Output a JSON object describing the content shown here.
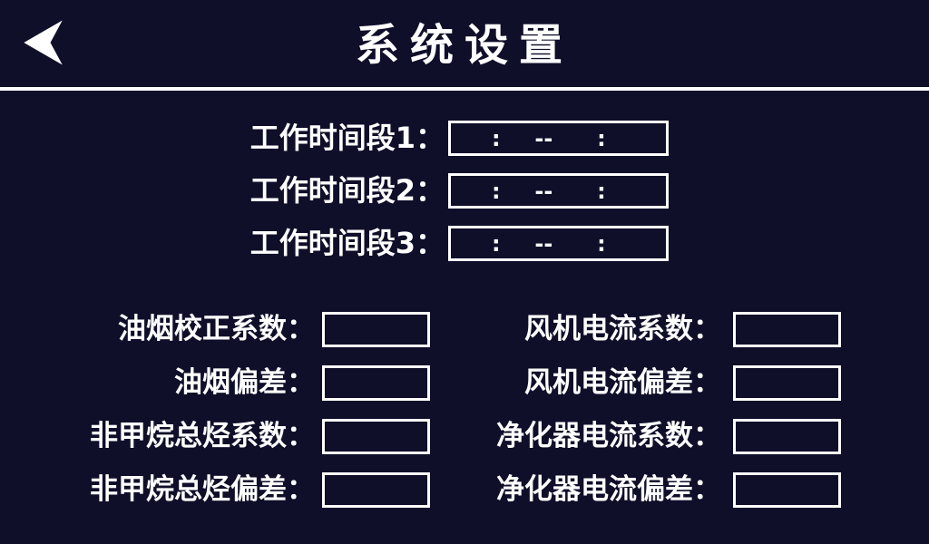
{
  "colors": {
    "background": "#0f0f2a",
    "foreground": "#ffffff"
  },
  "header": {
    "title": "系统设置",
    "back_icon": "back-arrow"
  },
  "work_periods": {
    "rows": [
      {
        "label": "工作时间段1：",
        "start_hour": "",
        "start_min": "",
        "end_hour": "",
        "end_min": ""
      },
      {
        "label": "工作时间段2：",
        "start_hour": "",
        "start_min": "",
        "end_hour": "",
        "end_min": ""
      },
      {
        "label": "工作时间段3：",
        "start_hour": "",
        "start_min": "",
        "end_hour": "",
        "end_min": ""
      }
    ],
    "colon": ":",
    "separator": "--"
  },
  "coefficients": {
    "left": [
      {
        "label": "油烟校正系数：",
        "value": ""
      },
      {
        "label": "油烟偏差：",
        "value": ""
      },
      {
        "label": "非甲烷总烃系数：",
        "value": ""
      },
      {
        "label": "非甲烷总烃偏差：",
        "value": ""
      }
    ],
    "right": [
      {
        "label": "风机电流系数：",
        "value": ""
      },
      {
        "label": "风机电流偏差：",
        "value": ""
      },
      {
        "label": "净化器电流系数：",
        "value": ""
      },
      {
        "label": "净化器电流偏差：",
        "value": ""
      }
    ]
  }
}
